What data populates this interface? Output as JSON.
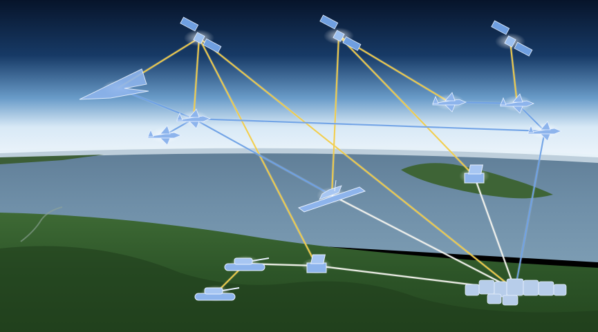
{
  "scene": {
    "colors": {
      "space": "#0a1a33",
      "horizon_glow": "#dfeefa",
      "sea": "#6f8fa8",
      "land": "#2f5a2a",
      "link_yellow": "#f2cd4a",
      "link_blue": "#6fa2e6",
      "link_white": "#f4f4ee",
      "asset_blue": "#8db4ec"
    },
    "nodes": [
      {
        "id": "sat1",
        "kind": "satellite",
        "name": "satellite-icon"
      },
      {
        "id": "sat2",
        "kind": "satellite",
        "name": "satellite-icon"
      },
      {
        "id": "sat3",
        "kind": "satellite",
        "name": "satellite-icon"
      },
      {
        "id": "bomber",
        "kind": "bomber",
        "name": "stealth-bomber-icon"
      },
      {
        "id": "fighter1",
        "kind": "fighter",
        "name": "fighter-jet-icon"
      },
      {
        "id": "fighter2",
        "kind": "fighter",
        "name": "fighter-jet-icon"
      },
      {
        "id": "fighter3",
        "kind": "fighter",
        "name": "fighter-jet-icon"
      },
      {
        "id": "fighter4",
        "kind": "fighter",
        "name": "fighter-jet-icon"
      },
      {
        "id": "fighter5",
        "kind": "fighter",
        "name": "fighter-jet-icon"
      },
      {
        "id": "ship",
        "kind": "ship",
        "name": "warship-icon"
      },
      {
        "id": "islandRadar",
        "kind": "radar",
        "name": "radar-icon"
      },
      {
        "id": "groundRadar",
        "kind": "radar",
        "name": "radar-icon"
      },
      {
        "id": "tank1",
        "kind": "tank",
        "name": "tank-icon"
      },
      {
        "id": "tank2",
        "kind": "tank",
        "name": "tank-icon"
      },
      {
        "id": "base",
        "kind": "base",
        "name": "command-base-icon"
      }
    ],
    "links": [
      {
        "from": "sat1",
        "to": "bomber",
        "type": "yellow"
      },
      {
        "from": "sat1",
        "to": "fighter1",
        "type": "yellow"
      },
      {
        "from": "sat1",
        "to": "groundRadar",
        "type": "yellow"
      },
      {
        "from": "sat1",
        "to": "base",
        "type": "yellow"
      },
      {
        "from": "sat2",
        "to": "ship",
        "type": "yellow"
      },
      {
        "from": "sat2",
        "to": "fighter3",
        "type": "yellow"
      },
      {
        "from": "sat2",
        "to": "islandRadar",
        "type": "yellow"
      },
      {
        "from": "sat3",
        "to": "fighter4",
        "type": "yellow"
      },
      {
        "from": "bomber",
        "to": "fighter1",
        "type": "blue"
      },
      {
        "from": "fighter1",
        "to": "fighter2",
        "type": "blue"
      },
      {
        "from": "fighter1",
        "to": "fighter5",
        "type": "blue"
      },
      {
        "from": "fighter1",
        "to": "ship",
        "type": "blue"
      },
      {
        "from": "fighter3",
        "to": "fighter4",
        "type": "blue"
      },
      {
        "from": "fighter4",
        "to": "fighter5",
        "type": "blue"
      },
      {
        "from": "fighter5",
        "to": "base",
        "type": "blue"
      },
      {
        "from": "ship",
        "to": "base",
        "type": "white"
      },
      {
        "from": "islandRadar",
        "to": "base",
        "type": "white"
      },
      {
        "from": "groundRadar",
        "to": "base",
        "type": "white"
      },
      {
        "from": "tank1",
        "to": "groundRadar",
        "type": "white"
      },
      {
        "from": "tank1",
        "to": "tank2",
        "type": "yellow"
      }
    ]
  }
}
